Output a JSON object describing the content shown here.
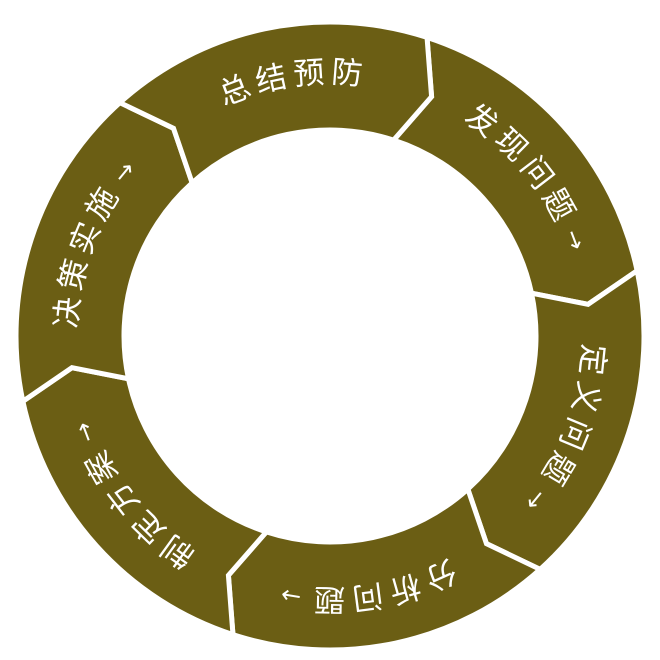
{
  "colors": {
    "ring_fill": "#6b5e14",
    "separator": "#ffffff",
    "text": "#ffffff",
    "background": "#ffffff"
  },
  "cycle": {
    "direction": "clockwise",
    "steps": [
      {
        "label": "发现问题",
        "arrow": "→"
      },
      {
        "label": "定义问题",
        "arrow": "→"
      },
      {
        "label": "分析问题",
        "arrow": "→"
      },
      {
        "label": "制定方案",
        "arrow": "→"
      },
      {
        "label": "决策实施",
        "arrow": "→"
      },
      {
        "label": "总结预防",
        "arrow": ""
      }
    ]
  }
}
